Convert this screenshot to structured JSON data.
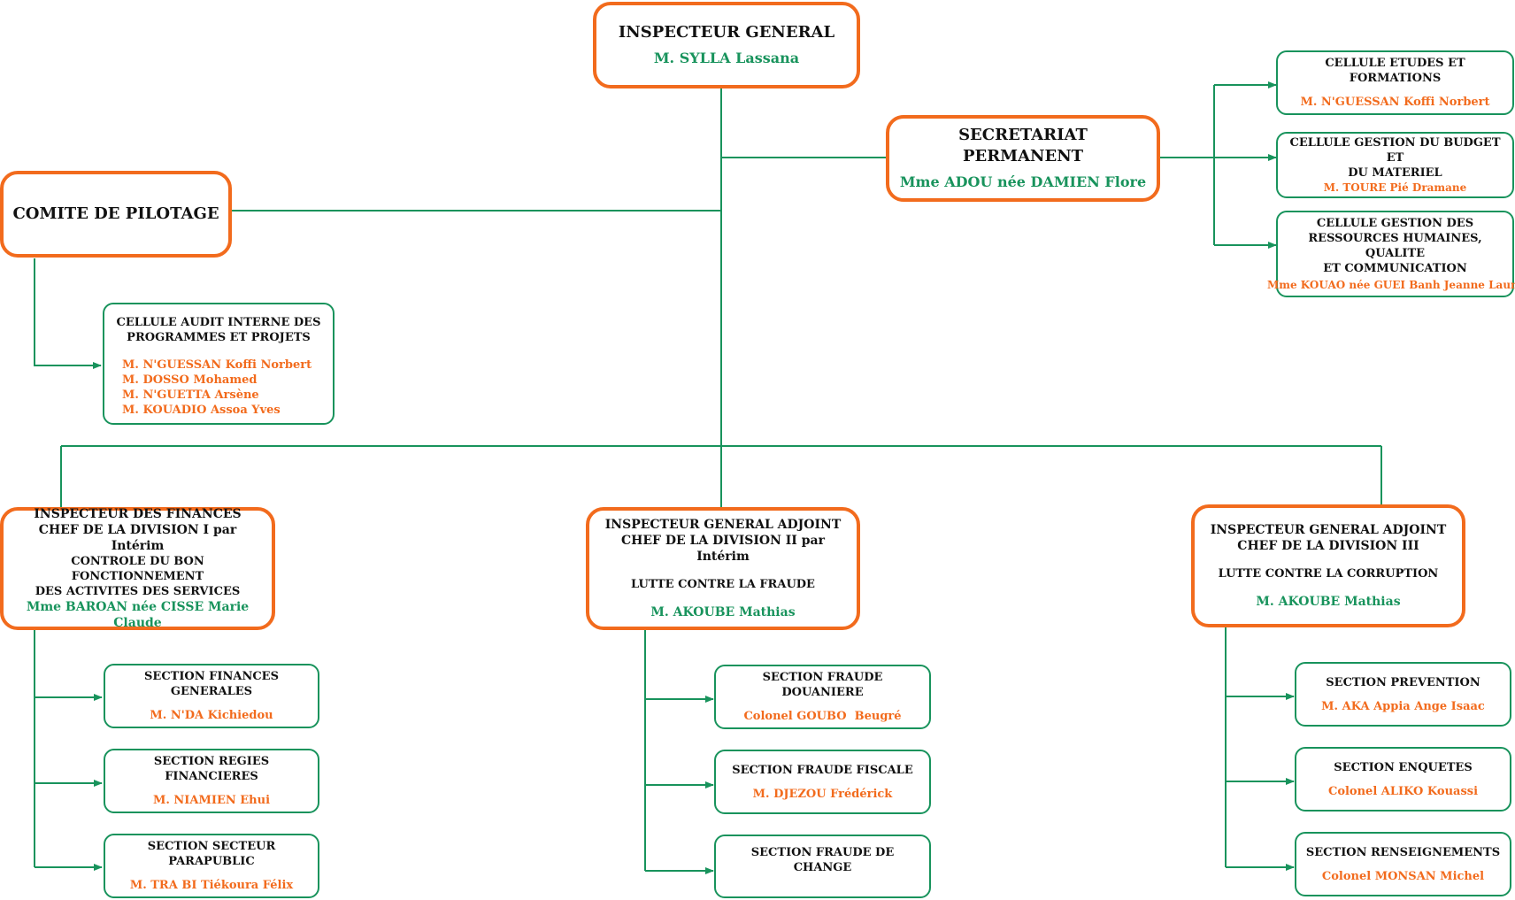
{
  "colors": {
    "orange_border": "#f26b1d",
    "green_border": "#18935c",
    "green_text": "#18935c",
    "orange_text": "#f26b1d",
    "connector": "#18935c"
  },
  "inspecteur_general": {
    "title": "INSPECTEUR GENERAL",
    "name": "M. SYLLA Lassana"
  },
  "secretariat": {
    "title": "SECRETARIAT PERMANENT",
    "name": "Mme ADOU née DAMIEN Flore"
  },
  "comite": {
    "title": "COMITE DE PILOTAGE"
  },
  "cellule_audit": {
    "title": "CELLULE AUDIT INTERNE DES\nPROGRAMMES ET PROJETS",
    "members": [
      "M. N'GUESSAN Koffi Norbert",
      "M. DOSSO Mohamed",
      "M. N'GUETTA Arsène",
      "M. KOUADIO Assoa Yves"
    ]
  },
  "cellules_secretariat": [
    {
      "title": "CELLULE ETUDES ET FORMATIONS",
      "name": "M. N'GUESSAN Koffi Norbert"
    },
    {
      "title": "CELLULE GESTION DU BUDGET ET\nDU MATERIEL",
      "name": "M. TOURE Pié Dramane"
    },
    {
      "title": "CELLULE GESTION DES\nRESSOURCES HUMAINES, QUALITE\nET COMMUNICATION",
      "name": "Mme KOUAO née GUEI Banh Jeanne Laure"
    }
  ],
  "divisions": [
    {
      "title": "INSPECTEUR DES FINANCES\nCHEF DE LA DIVISION I par Intérim",
      "subtitle": "CONTROLE DU BON FONCTIONNEMENT\nDES ACTIVITES DES SERVICES",
      "name": "Mme BAROAN née CISSE Marie Claude",
      "sections": [
        {
          "title": "SECTION FINANCES GENERALES",
          "name": "M. N'DA Kichiedou"
        },
        {
          "title": "SECTION REGIES FINANCIERES",
          "name": "M. NIAMIEN Ehui"
        },
        {
          "title": "SECTION SECTEUR PARAPUBLIC",
          "name": "M. TRA BI Tiékoura Félix"
        }
      ]
    },
    {
      "title": "INSPECTEUR GENERAL ADJOINT\nCHEF DE LA DIVISION II par Intérim",
      "subtitle": "LUTTE CONTRE LA FRAUDE",
      "name": "M. AKOUBE Mathias",
      "sections": [
        {
          "title": "SECTION FRAUDE DOUANIERE",
          "name": "Colonel GOUBO  Beugré"
        },
        {
          "title": "SECTION FRAUDE FISCALE",
          "name": "M. DJEZOU Frédérick"
        },
        {
          "title": "SECTION FRAUDE DE CHANGE",
          "name": ""
        }
      ]
    },
    {
      "title": "INSPECTEUR GENERAL ADJOINT\nCHEF DE LA DIVISION III",
      "subtitle": "LUTTE CONTRE LA CORRUPTION",
      "name": "M. AKOUBE Mathias",
      "sections": [
        {
          "title": "SECTION PREVENTION",
          "name": "M. AKA Appia Ange Isaac"
        },
        {
          "title": "SECTION ENQUETES",
          "name": "Colonel ALIKO Kouassi"
        },
        {
          "title": "SECTION RENSEIGNEMENTS",
          "name": "Colonel MONSAN Michel"
        }
      ]
    }
  ]
}
